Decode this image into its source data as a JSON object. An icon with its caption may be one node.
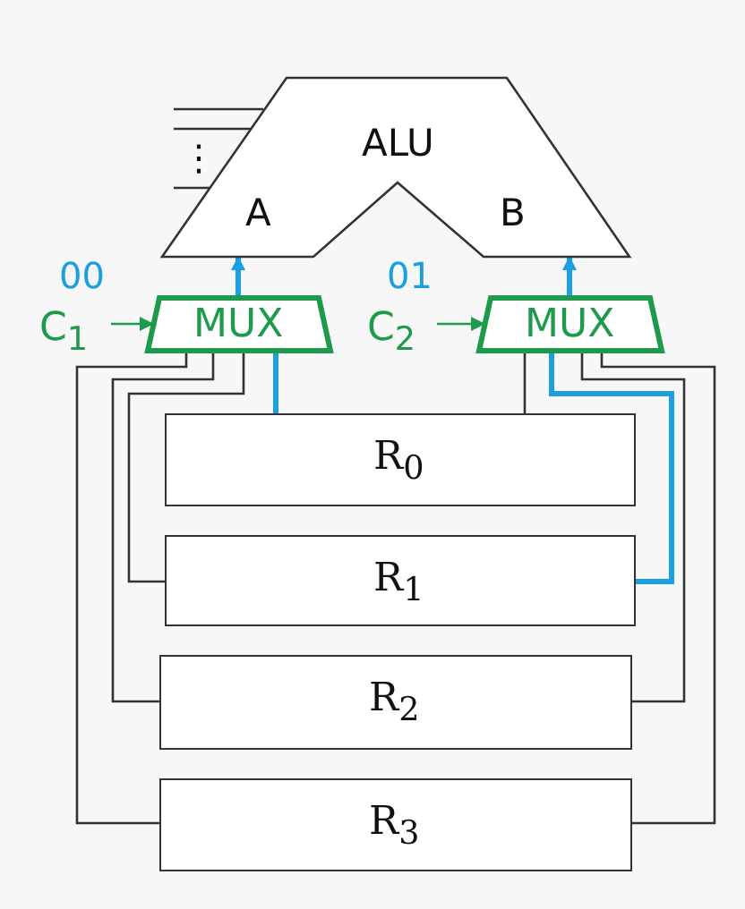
{
  "diagram": {
    "nodes": [
      {
        "text": [
          "ALU",
          "A",
          "B"
        ]
      },
      {
        "text": [
          "C$_{1}$"
        ]
      },
      {
        "text": [
          "MUX"
        ]
      },
      {
        "text": [
          "C$_{2}$"
        ]
      },
      {
        "text": [
          "MUX"
        ]
      },
      {
        "text": [
          "R$_{0}$"
        ]
      },
      {
        "text": [
          "R$_{1}$"
        ]
      },
      {
        "text": [
          "R$_{2}$"
        ]
      },
      {
        "text": [
          "R$_{3}$"
        ]
      }
    ],
    "edges": [
      {
        "from": 2,
        "to": 0,
        "arrow": "to",
        "style": "thick",
        "color": "#1a9fe0"
      },
      {
        "from": 4,
        "to": 0,
        "arrow": "to",
        "style": "thick",
        "color": "#1a9fe0"
      },
      {
        "from": 1,
        "to": 2,
        "arrow": "to",
        "color": "#1e9a4c"
      },
      {
        "from": 3,
        "to": 4,
        "arrow": "to",
        "color": "#1e9a4c"
      },
      {
        "from": 5,
        "to": 2,
        "arrow": "none",
        "style": "thick",
        "color": "#1a9fe0"
      },
      {
        "from": 6,
        "to": 2,
        "arrow": "none"
      },
      {
        "from": 7,
        "to": 2,
        "arrow": "none"
      },
      {
        "from": 8,
        "to": 2,
        "arrow": "none"
      },
      {
        "from": 5,
        "to": 4,
        "arrow": "none"
      },
      {
        "from": 6,
        "to": 4,
        "arrow": "none",
        "style": "thick",
        "color": "#1a9fe0"
      },
      {
        "from": 7,
        "to": 4,
        "arrow": "none"
      },
      {
        "from": 8,
        "to": 4,
        "arrow": "none"
      },
      {
        "from": null,
        "to": 0,
        "arrow": "none"
      },
      {
        "from": null,
        "to": 0,
        "arrow": "none"
      },
      {
        "from": null,
        "to": 0,
        "arrow": "none"
      }
    ],
    "labels": [
      "⋮",
      "00",
      "01"
    ]
  }
}
